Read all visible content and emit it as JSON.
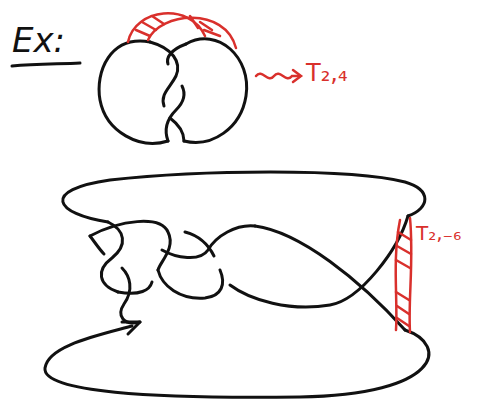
{
  "diagram": {
    "labels": [
      "Ex:",
      "T₂,₄",
      "T₂,₋₆"
    ]
  }
}
